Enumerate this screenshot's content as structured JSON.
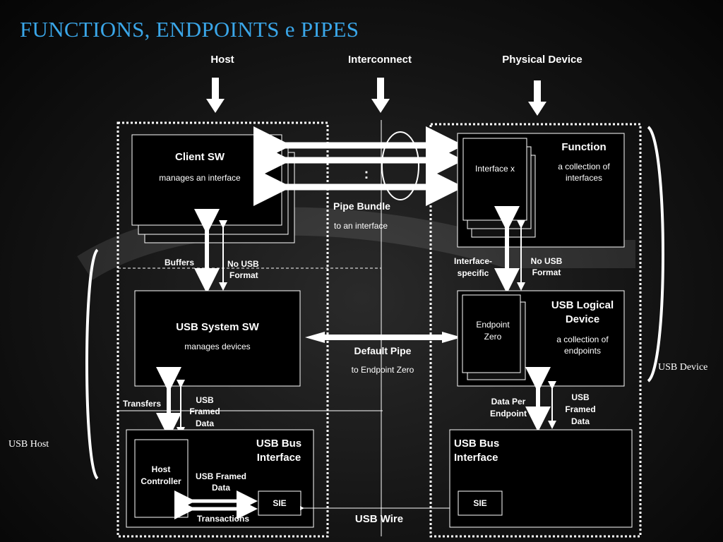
{
  "slide": {
    "title": "FUNCTIONS, ENDPOINTS e PIPES"
  },
  "columns": {
    "host": "Host",
    "interconnect": "Interconnect",
    "physical_device": "Physical Device"
  },
  "host_side": {
    "client_sw": {
      "title": "Client SW",
      "desc": "manages an interface"
    },
    "buffers": "Buffers",
    "no_usb_format_1": "No USB",
    "no_usb_format_2": "Format",
    "usb_system_sw": {
      "title": "USB System SW",
      "desc": "manages devices"
    },
    "transfers": "Transfers",
    "usb_framed_data_1": "USB",
    "usb_framed_data_2": "Framed",
    "usb_framed_data_3": "Data",
    "usb_bus_interface_1": "USB Bus",
    "usb_bus_interface_2": "Interface",
    "host_controller_1": "Host",
    "host_controller_2": "Controller",
    "hc_framed_1": "USB Framed",
    "hc_framed_2": "Data",
    "sie": "SIE",
    "transactions": "Transactions",
    "usb_host_label": "USB Host"
  },
  "interconnect_side": {
    "dots": ":",
    "pipe_bundle": "Pipe Bundle",
    "pipe_bundle_desc": "to an interface",
    "default_pipe": "Default Pipe",
    "default_pipe_desc": "to Endpoint Zero",
    "usb_wire": "USB Wire"
  },
  "device_side": {
    "function": {
      "title": "Function",
      "desc1": "a collection of",
      "desc2": "interfaces"
    },
    "interface_x": "Interface x",
    "interface_specific_1": "Interface-",
    "interface_specific_2": "specific",
    "no_usb_format_1": "No USB",
    "no_usb_format_2": "Format",
    "usb_logical_device_1": "USB Logical",
    "usb_logical_device_2": "Device",
    "logical_desc1": "a collection of",
    "logical_desc2": "endpoints",
    "endpoint_zero_1": "Endpoint",
    "endpoint_zero_2": "Zero",
    "data_per_endpoint_1": "Data Per",
    "data_per_endpoint_2": "Endpoint",
    "usb_framed_data_1": "USB",
    "usb_framed_data_2": "Framed",
    "usb_framed_data_3": "Data",
    "usb_bus_interface_1": "USB Bus",
    "usb_bus_interface_2": "Interface",
    "sie": "SIE",
    "usb_device_label": "USB Device"
  },
  "colors": {
    "title": "#3aa6e8",
    "line": "#ffffff",
    "background": "#141414"
  }
}
